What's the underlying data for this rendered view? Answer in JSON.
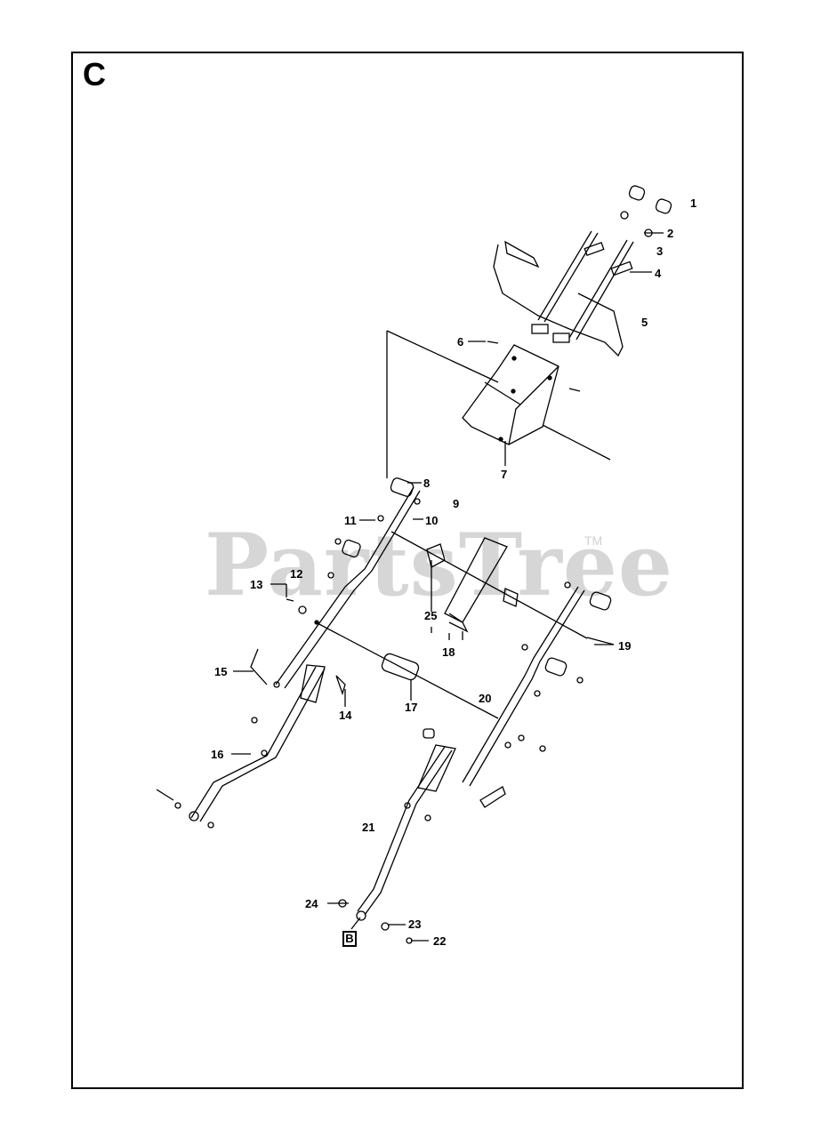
{
  "diagram": {
    "section_letter": "C",
    "watermark": "PartsTree",
    "watermark_tm": "TM",
    "callouts": [
      "1",
      "2",
      "3",
      "4",
      "5",
      "6",
      "7",
      "8",
      "9",
      "10",
      "11",
      "12",
      "13",
      "14",
      "15",
      "16",
      "17",
      "18",
      "19",
      "20",
      "21",
      "22",
      "23",
      "24",
      "25"
    ],
    "reference_box": "B"
  }
}
